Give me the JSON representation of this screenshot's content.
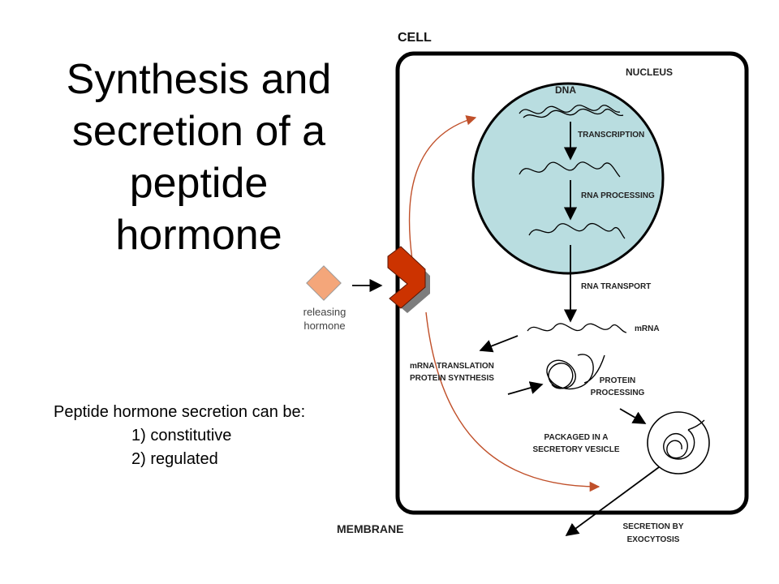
{
  "title_lines": [
    "Synthesis and",
    "secretion of a",
    "peptide",
    "hormone"
  ],
  "labels": {
    "cell": "CELL",
    "nucleus": "NUCLEUS",
    "dna": "DNA",
    "transcription": "TRANSCRIPTION",
    "rna_processing": "RNA PROCESSING",
    "rna_transport": "RNA TRANSPORT",
    "mrna": "mRNA",
    "translation_1": "mRNA TRANSLATION",
    "translation_2": "PROTEIN SYNTHESIS",
    "protein_processing_1": "PROTEIN",
    "protein_processing_2": "PROCESSING",
    "packaged_1": "PACKAGED IN A",
    "packaged_2": "SECRETORY VESICLE",
    "secretion_1": "SECRETION BY",
    "secretion_2": "EXOCYTOSIS",
    "membrane": "MEMBRANE",
    "releasing_1": "releasing",
    "releasing_2": "hormone"
  },
  "secretion": {
    "heading": "Peptide hormone secretion can be:",
    "items": [
      "1) constitutive",
      "2) regulated"
    ]
  },
  "colors": {
    "nucleus_fill": "#b9dde0",
    "hormone_fill": "#f4a67a",
    "receptor_fill": "#cc3300",
    "pathway_stroke": "#c0502a"
  }
}
